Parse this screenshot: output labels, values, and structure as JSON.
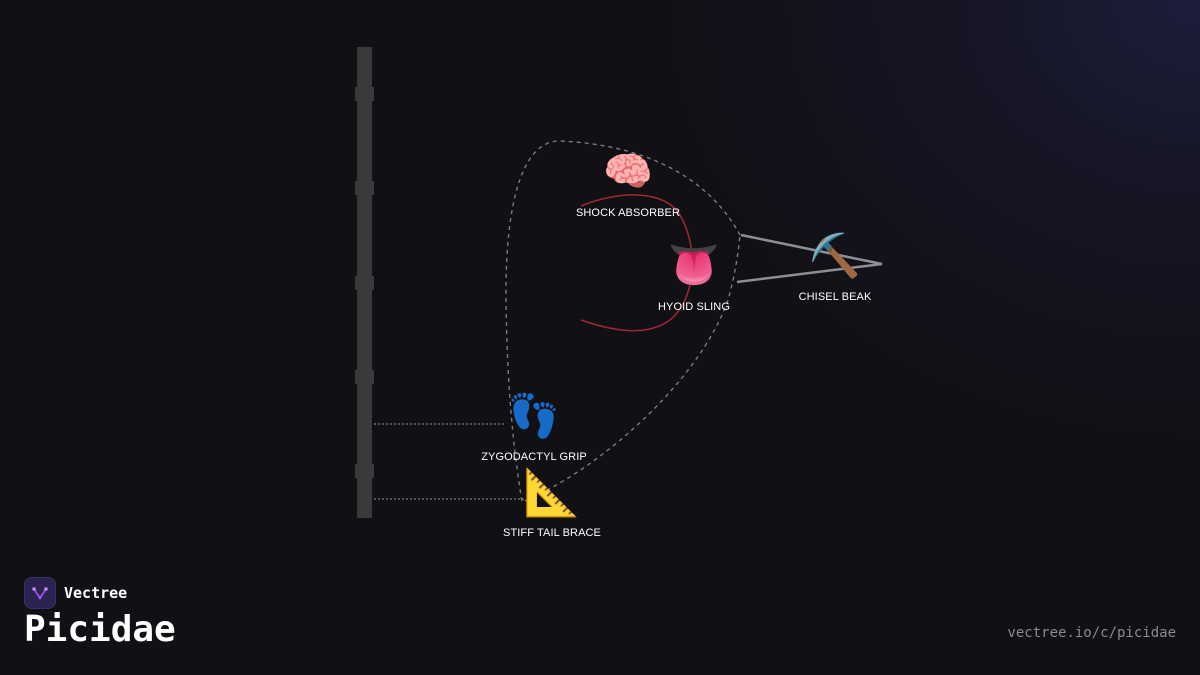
{
  "brand": {
    "name": "Vectree",
    "logo_icon": "vectree-logo-icon",
    "accent": "#a855f7"
  },
  "title": "Picidae",
  "url": "vectree.io/c/picidae",
  "colors": {
    "background": "#111015",
    "trunk": "#3a3a3a",
    "tongue_path": "#9b2b34",
    "outline": "#7a7a80",
    "beak": "#8e8e94"
  },
  "nodes": {
    "shock_absorber": {
      "label": "SHOCK ABSORBER",
      "icon": "brain-icon",
      "glyph": "🧠"
    },
    "hyoid_sling": {
      "label": "HYOID SLING",
      "icon": "tongue-icon",
      "glyph": "👅"
    },
    "chisel_beak": {
      "label": "CHISEL BEAK",
      "icon": "pickaxe-icon",
      "glyph": "⛏️"
    },
    "zygodactyl_grip": {
      "label": "ZYGODACTYL GRIP",
      "icon": "footprints-icon",
      "glyph": "👣"
    },
    "stiff_tail_brace": {
      "label": "STIFF TAIL BRACE",
      "icon": "triangular-ruler-icon",
      "glyph": "📐"
    }
  }
}
